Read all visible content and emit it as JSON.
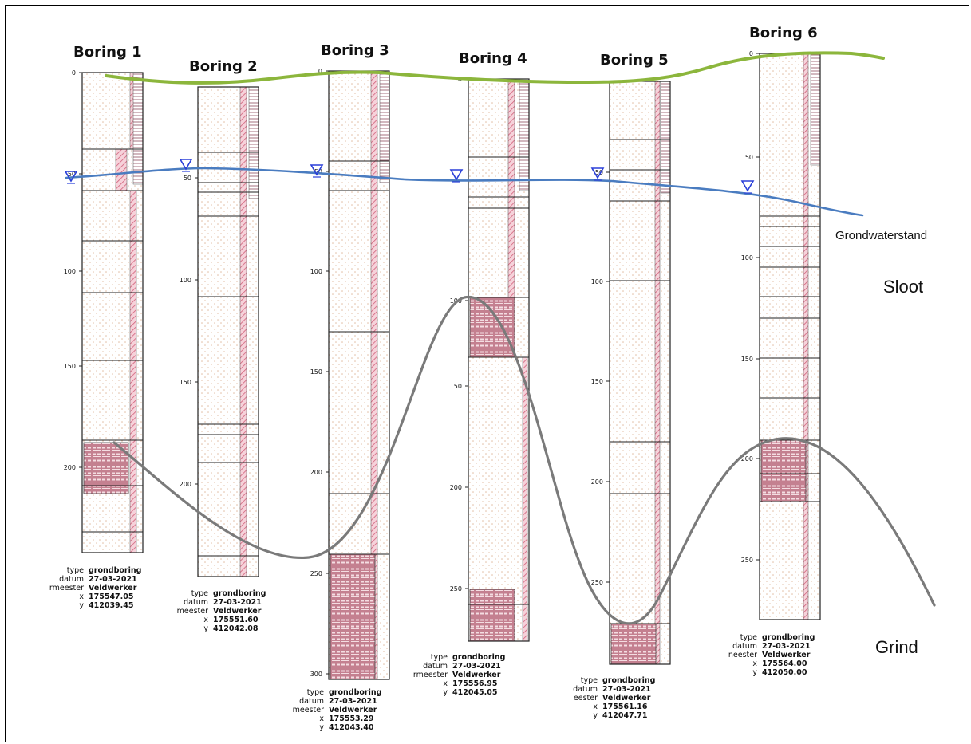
{
  "borings": [
    {
      "title": "Boring 1",
      "ticks": [
        "0",
        "50",
        "100",
        "150",
        "200"
      ],
      "type": "grondboring",
      "datum": "27-03-2021",
      "meester": "Veldwerker",
      "x": "175547.05",
      "y": "412039.45",
      "labels": {
        "type": "type",
        "datum": "datum",
        "meester": "rmeester",
        "x": "x",
        "y": "y"
      }
    },
    {
      "title": "Boring 2",
      "ticks": [
        "50",
        "100",
        "150",
        "200"
      ],
      "type": "grondboring",
      "datum": "27-03-2021",
      "meester": "Veldwerker",
      "x": "175551.60",
      "y": "412042.08",
      "labels": {
        "type": "type",
        "datum": "datum",
        "meester": "meester",
        "x": "x",
        "y": "y"
      }
    },
    {
      "title": "Boring 3",
      "ticks": [
        "0",
        "50",
        "100",
        "150",
        "200",
        "250",
        "300"
      ],
      "type": "grondboring",
      "datum": "27-03-2021",
      "meester": "Veldwerker",
      "x": "175553.29",
      "y": "412043.40",
      "labels": {
        "type": "type",
        "datum": "datum",
        "meester": "meester",
        "x": "x",
        "y": "y"
      }
    },
    {
      "title": "Boring 4",
      "ticks": [
        "0",
        "100",
        "150",
        "200",
        "250"
      ],
      "type": "grondboring",
      "datum": "27-03-2021",
      "meester": "Veldwerker",
      "x": "175556.95",
      "y": "412045.05",
      "labels": {
        "type": "type",
        "datum": "datum",
        "meester": "rmeester",
        "x": "x",
        "y": "y"
      }
    },
    {
      "title": "Boring 5",
      "ticks": [
        "50",
        "100",
        "150",
        "200",
        "250"
      ],
      "type": "grondboring",
      "datum": "27-03-2021",
      "meester": "Veldwerker",
      "x": "175561.16",
      "y": "412047.71",
      "labels": {
        "type": "type",
        "datum": "datum",
        "meester": "eester",
        "x": "x",
        "y": "y"
      }
    },
    {
      "title": "Boring 6",
      "ticks": [
        "0",
        "50",
        "100",
        "150",
        "200",
        "250"
      ],
      "type": "grondboring",
      "datum": "27-03-2021",
      "meester": "Veldwerker",
      "x": "175564.00",
      "y": "412050.00",
      "labels": {
        "type": "type",
        "datum": "datum",
        "meester": "neester",
        "x": "x",
        "y": "y"
      }
    }
  ],
  "annotations": {
    "groundwater": "Grondwaterstand",
    "ditch": "Sloot",
    "gravel": "Grind"
  },
  "colors": {
    "surface_line": "#8cb63c",
    "water_line": "#4a7cc0",
    "gravel_line": "#7a7a7a",
    "hatch": "#d0607a",
    "sand_dots": "#e8c9b0",
    "gravel_fill": "#b46a7a",
    "water_marker": "#2a3fd8"
  }
}
